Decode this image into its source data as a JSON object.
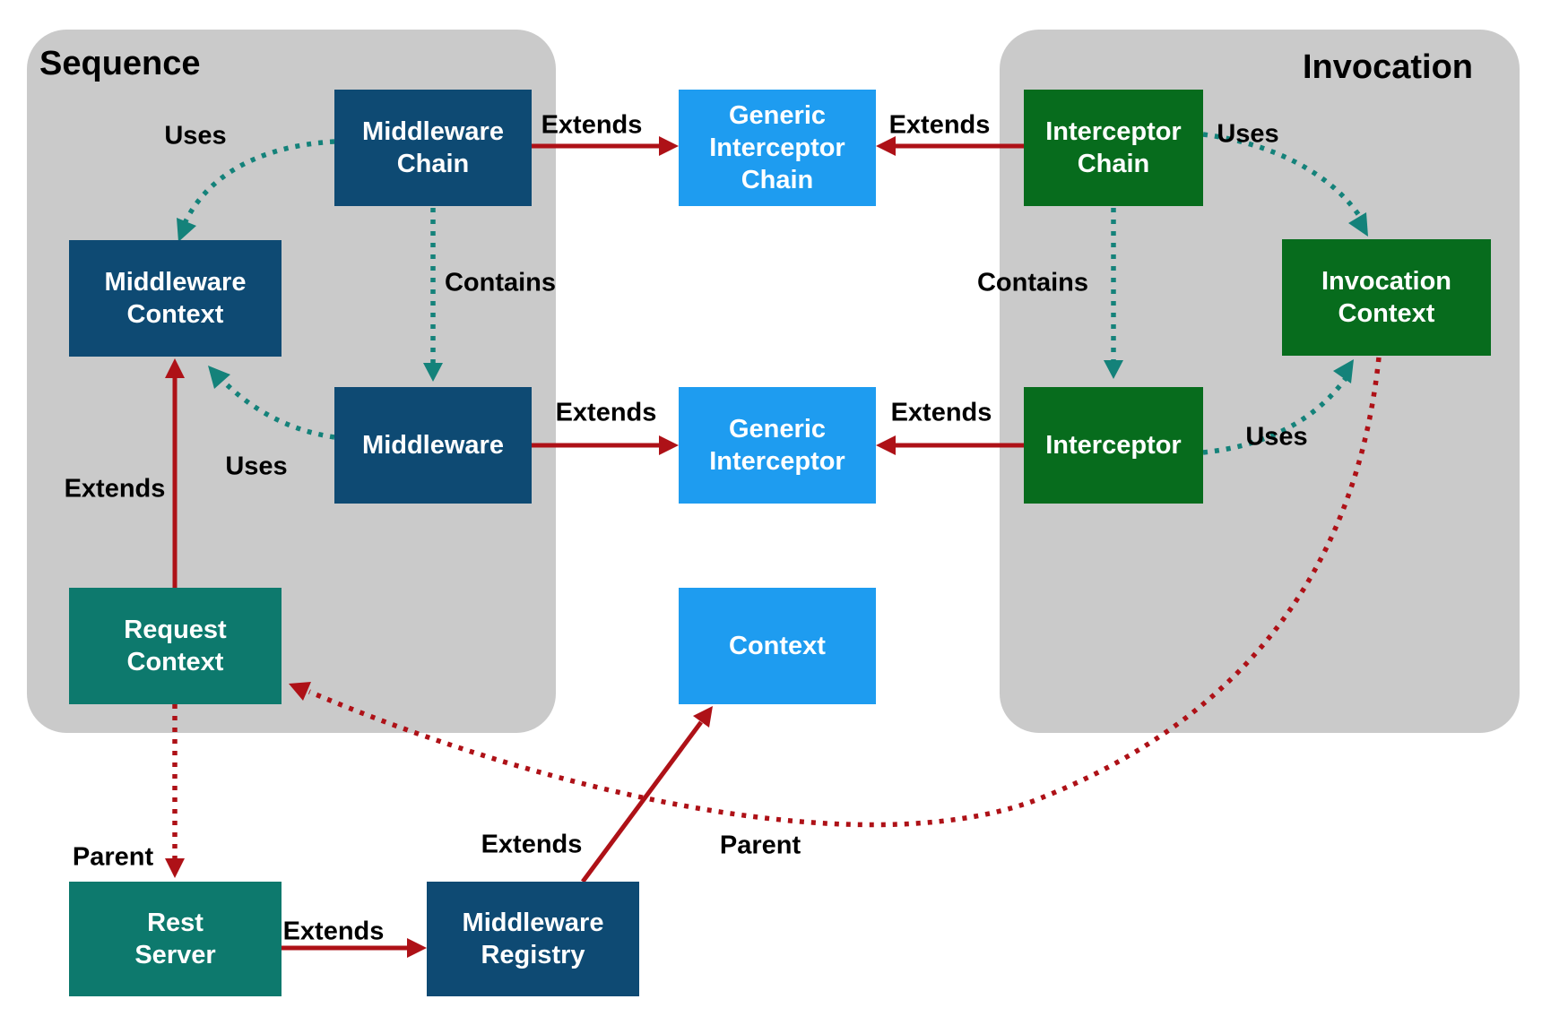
{
  "colors": {
    "background": "#ffffff",
    "container_fill": "#cacaca",
    "dark_blue": "#0e4a73",
    "bright_blue": "#1e9cf0",
    "dark_green": "#076c1d",
    "teal": "#0d796d",
    "red_arrow": "#ae1117",
    "teal_arrow": "#14827a",
    "node_text": "#ffffff",
    "label_text": "#000000"
  },
  "containers": {
    "sequence": {
      "title": "Sequence"
    },
    "invocation": {
      "title": "Invocation"
    }
  },
  "nodes": {
    "middleware_chain": {
      "line1": "Middleware",
      "line2": "Chain"
    },
    "generic_interceptor_chain": {
      "line1": "Generic",
      "line2": "Interceptor",
      "line3": "Chain"
    },
    "interceptor_chain": {
      "line1": "Interceptor",
      "line2": "Chain"
    },
    "middleware_context": {
      "line1": "Middleware",
      "line2": "Context"
    },
    "invocation_context": {
      "line1": "Invocation",
      "line2": "Context"
    },
    "middleware": {
      "line1": "Middleware"
    },
    "generic_interceptor": {
      "line1": "Generic",
      "line2": "Interceptor"
    },
    "interceptor": {
      "line1": "Interceptor"
    },
    "request_context": {
      "line1": "Request",
      "line2": "Context"
    },
    "context": {
      "line1": "Context"
    },
    "rest_server": {
      "line1": "Rest",
      "line2": "Server"
    },
    "middleware_registry": {
      "line1": "Middleware",
      "line2": "Registry"
    }
  },
  "edge_labels": {
    "uses_sequence_top": "Uses",
    "contains_sequence": "Contains",
    "uses_sequence_mid": "Uses",
    "extends_request_context": "Extends",
    "extends_middleware_chain": "Extends",
    "extends_interceptor_chain": "Extends",
    "extends_middleware": "Extends",
    "extends_interceptor": "Extends",
    "uses_invocation_top": "Uses",
    "contains_invocation": "Contains",
    "uses_invocation_mid": "Uses",
    "extends_rest_server": "Extends",
    "extends_middleware_registry": "Extends",
    "parent_invocation_context": "Parent",
    "parent_request_context": "Parent"
  },
  "edges": [
    {
      "from": "Middleware Chain",
      "to": "Generic Interceptor Chain",
      "relation": "Extends",
      "style": "solid-red"
    },
    {
      "from": "Interceptor Chain",
      "to": "Generic Interceptor Chain",
      "relation": "Extends",
      "style": "solid-red"
    },
    {
      "from": "Middleware",
      "to": "Generic Interceptor",
      "relation": "Extends",
      "style": "solid-red"
    },
    {
      "from": "Interceptor",
      "to": "Generic Interceptor",
      "relation": "Extends",
      "style": "solid-red"
    },
    {
      "from": "Request Context",
      "to": "Middleware Context",
      "relation": "Extends",
      "style": "solid-red"
    },
    {
      "from": "Rest Server",
      "to": "Middleware Registry",
      "relation": "Extends",
      "style": "solid-red"
    },
    {
      "from": "Middleware Registry",
      "to": "Context",
      "relation": "Extends",
      "style": "solid-red"
    },
    {
      "from": "Middleware Chain",
      "to": "Middleware Context",
      "relation": "Uses",
      "style": "dotted-teal"
    },
    {
      "from": "Middleware Chain",
      "to": "Middleware",
      "relation": "Contains",
      "style": "dotted-teal"
    },
    {
      "from": "Middleware",
      "to": "Middleware Context",
      "relation": "Uses",
      "style": "dotted-teal"
    },
    {
      "from": "Interceptor Chain",
      "to": "Invocation Context",
      "relation": "Uses",
      "style": "dotted-teal"
    },
    {
      "from": "Interceptor Chain",
      "to": "Interceptor",
      "relation": "Contains",
      "style": "dotted-teal"
    },
    {
      "from": "Interceptor",
      "to": "Invocation Context",
      "relation": "Uses",
      "style": "dotted-teal"
    },
    {
      "from": "Invocation Context",
      "to": "Request Context",
      "relation": "Parent",
      "style": "dotted-red"
    },
    {
      "from": "Request Context",
      "to": "Rest Server",
      "relation": "Parent",
      "style": "dotted-red"
    }
  ]
}
